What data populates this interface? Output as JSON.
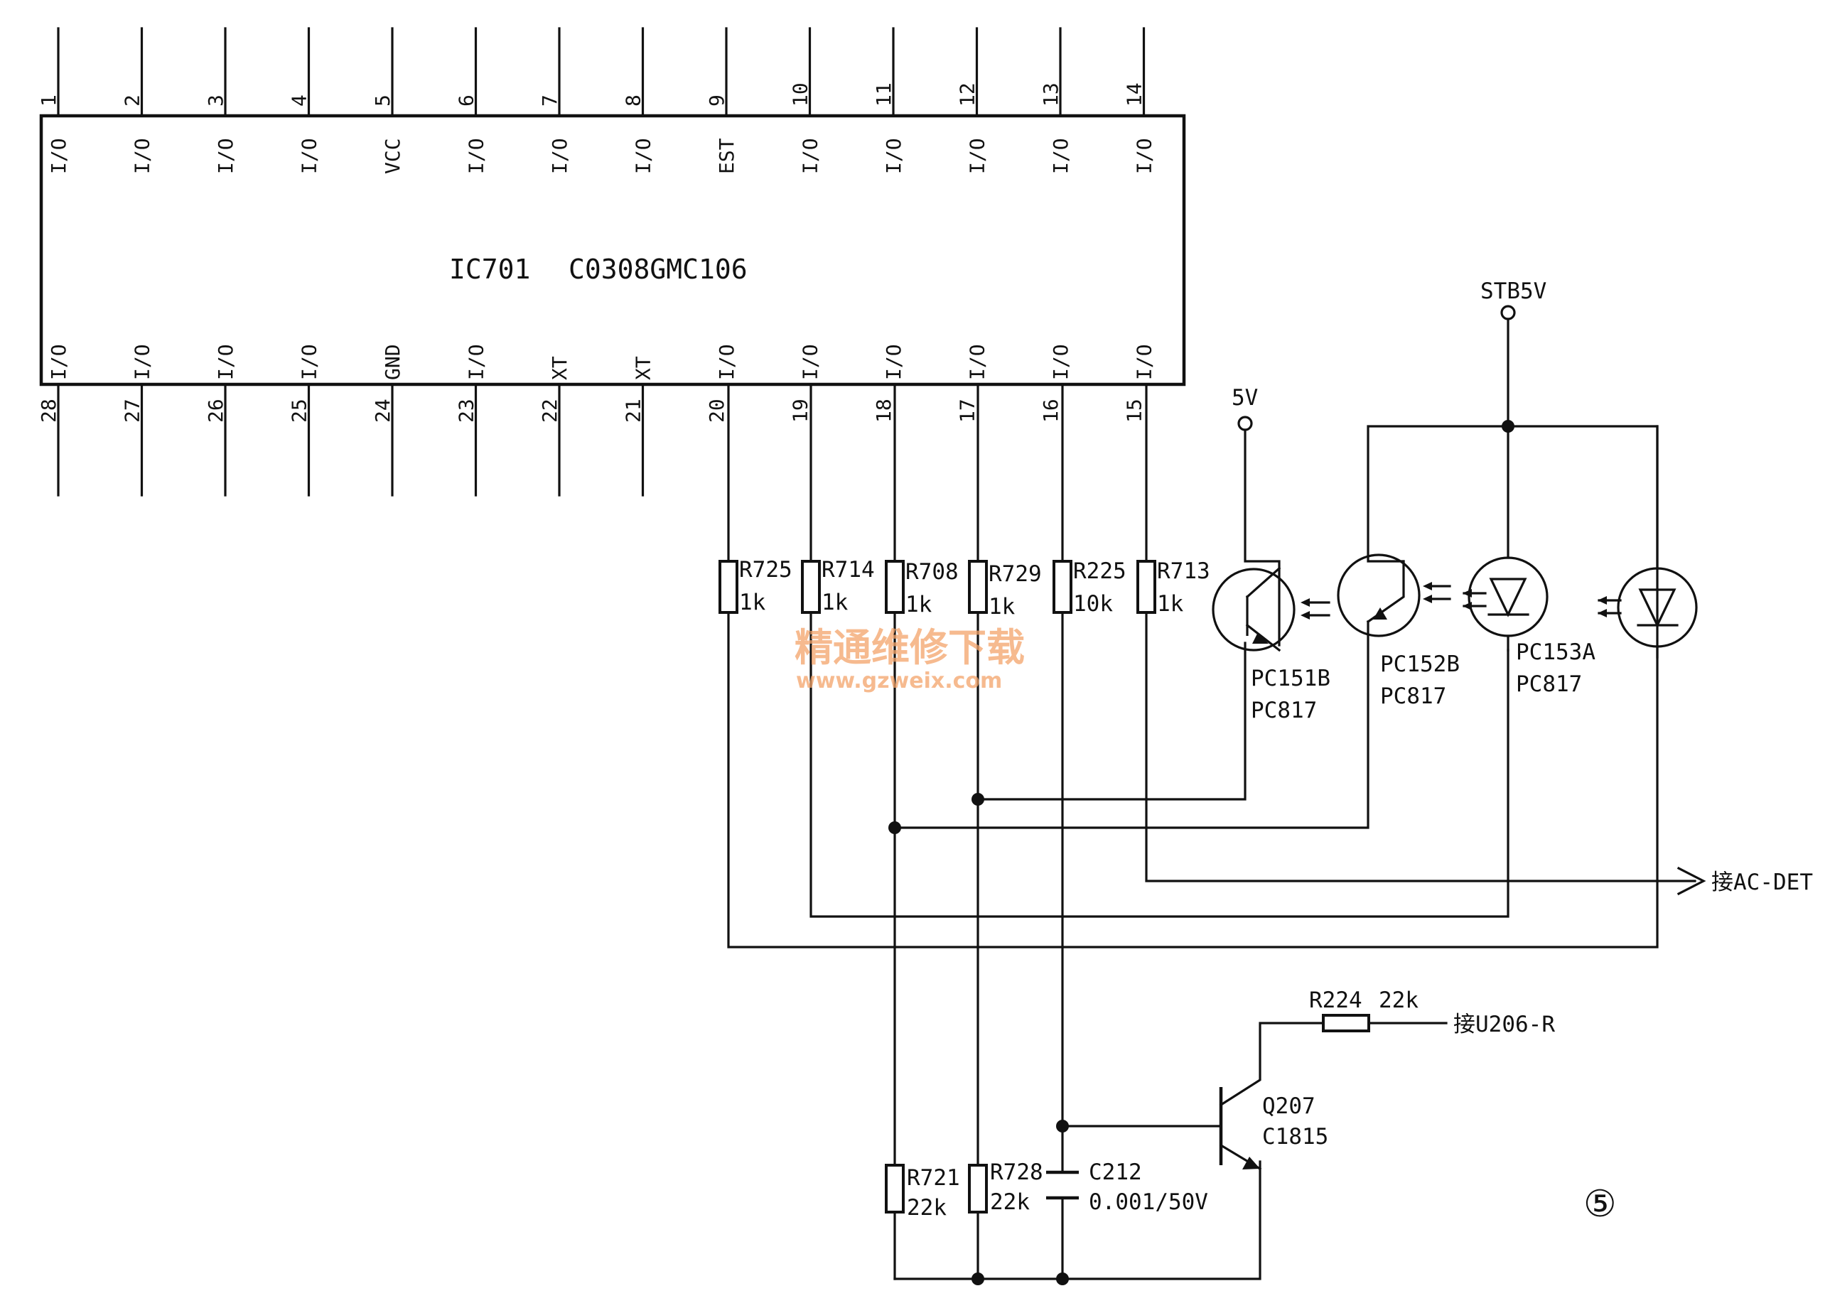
{
  "chip": {
    "ref": "IC701",
    "part": "C0308GMC106",
    "top_pins": [
      {
        "num": "1",
        "fn": "I/O"
      },
      {
        "num": "2",
        "fn": "I/O"
      },
      {
        "num": "3",
        "fn": "I/O"
      },
      {
        "num": "4",
        "fn": "I/O"
      },
      {
        "num": "5",
        "fn": "VCC"
      },
      {
        "num": "6",
        "fn": "I/O"
      },
      {
        "num": "7",
        "fn": "I/O"
      },
      {
        "num": "8",
        "fn": "I/O"
      },
      {
        "num": "9",
        "fn": "EST"
      },
      {
        "num": "10",
        "fn": "I/O"
      },
      {
        "num": "11",
        "fn": "I/O"
      },
      {
        "num": "12",
        "fn": "I/O"
      },
      {
        "num": "13",
        "fn": "I/O"
      },
      {
        "num": "14",
        "fn": "I/O"
      }
    ],
    "bottom_pins": [
      {
        "num": "28",
        "fn": "I/O"
      },
      {
        "num": "27",
        "fn": "I/O"
      },
      {
        "num": "26",
        "fn": "I/O"
      },
      {
        "num": "25",
        "fn": "I/O"
      },
      {
        "num": "24",
        "fn": "GND"
      },
      {
        "num": "23",
        "fn": "I/O"
      },
      {
        "num": "22",
        "fn": "XT"
      },
      {
        "num": "21",
        "fn": "XT"
      },
      {
        "num": "20",
        "fn": "I/O"
      },
      {
        "num": "19",
        "fn": "I/O"
      },
      {
        "num": "18",
        "fn": "I/O"
      },
      {
        "num": "17",
        "fn": "I/O"
      },
      {
        "num": "16",
        "fn": "I/O"
      },
      {
        "num": "15",
        "fn": "I/O"
      }
    ]
  },
  "resistors": [
    {
      "ref": "R725",
      "value": "1k"
    },
    {
      "ref": "R714",
      "value": "1k"
    },
    {
      "ref": "R708",
      "value": "1k"
    },
    {
      "ref": "R729",
      "value": "1k"
    },
    {
      "ref": "R225",
      "value": "10k"
    },
    {
      "ref": "R713",
      "value": "1k"
    },
    {
      "ref": "R721",
      "value": "22k"
    },
    {
      "ref": "R728",
      "value": "22k"
    },
    {
      "ref": "R224",
      "value": "22k"
    }
  ],
  "optocouplers": [
    {
      "ref": "PC151B",
      "part": "PC817"
    },
    {
      "ref": "PC152B",
      "part": "PC817"
    },
    {
      "ref": "PC153A",
      "part": "PC817"
    }
  ],
  "capacitor": {
    "ref": "C212",
    "value": "0.001/50V"
  },
  "transistor": {
    "ref": "Q207",
    "part": "C1815"
  },
  "supplies": {
    "v5": "5V",
    "stb5v": "STB5V"
  },
  "connections": {
    "ac_det": "接AC-DET",
    "u206": "接U206-R"
  },
  "figure_number": "⑤",
  "watermark": {
    "cn": "精通维修下载",
    "url": "www.gzweix.com"
  }
}
